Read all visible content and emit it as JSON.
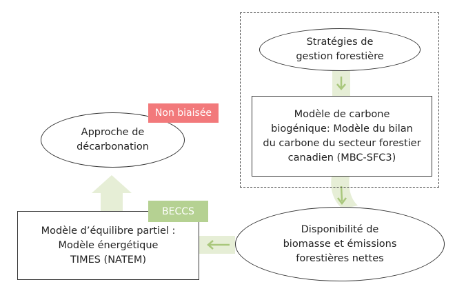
{
  "nodes": {
    "strategies": "Stratégies de\ngestion forestière",
    "carbon_model": "Modèle de carbone\nbiogénique: Modèle du bilan\ndu carbone du secteur forestier\ncanadien (MBC-SFC3)",
    "availability": "Disponibilité de\nbiomasse et émissions\nforestières nettes",
    "equilibrium_model": "Modèle d’équilibre partiel :\nModèle énergétique\nTIMES (NATEM)",
    "decarbonation": "Approche de\ndécarbonation"
  },
  "tags": {
    "unbiased": "Non biaisée",
    "beccs": "BECCS"
  },
  "colors": {
    "arrow_band": "#e6eed6",
    "arrow_head": "#a9c77c",
    "unbiased_tag": "#f2797b",
    "beccs_tag": "#b5d192",
    "border": "#333333"
  }
}
